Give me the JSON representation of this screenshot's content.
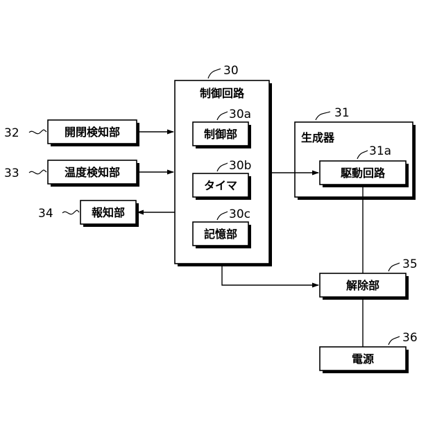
{
  "control_circuit": {
    "ref": "30",
    "label": "制御回路"
  },
  "control_unit": {
    "ref": "30a",
    "label": "制御部"
  },
  "timer": {
    "ref": "30b",
    "label": "タイマ"
  },
  "memory_unit": {
    "ref": "30c",
    "label": "記憶部"
  },
  "generator": {
    "ref": "31",
    "label": "生成器"
  },
  "drive_circuit": {
    "ref": "31a",
    "label": "駆動回路"
  },
  "open_close_detector": {
    "ref": "32",
    "label": "開閉検知部"
  },
  "temperature_detector": {
    "ref": "33",
    "label": "温度検知部"
  },
  "notification_unit": {
    "ref": "34",
    "label": "報知部"
  },
  "release_unit": {
    "ref": "35",
    "label": "解除部"
  },
  "power_supply": {
    "ref": "36",
    "label": "電源"
  }
}
